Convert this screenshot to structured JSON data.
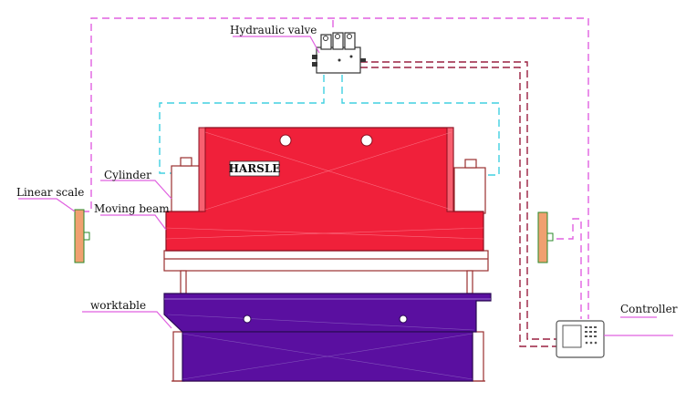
{
  "diagram": {
    "labels": {
      "hydraulic_valve": "Hydraulic valve",
      "cylinder": "Cylinder",
      "linear_scale": "Linear scale",
      "moving_beam": "Moving beam",
      "worktable": "worktable",
      "controller": "Controller",
      "brand": "HARSLE"
    },
    "colors": {
      "beam_fill": "#f0203a",
      "beam_stroke": "#8a1020",
      "table_fill": "#5a0fa0",
      "table_stroke": "#2a0a55",
      "signal_wire": "#e060e0",
      "hydraulic_line": "#40d0e0",
      "controller_wire": "#9a2040",
      "scale_fill": "#f0a070",
      "outline": "#9a3030"
    }
  }
}
